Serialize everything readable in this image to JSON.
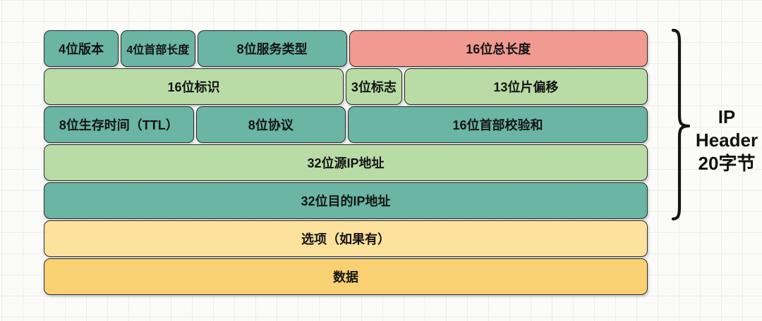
{
  "diagram": {
    "rows": [
      {
        "cells": [
          {
            "label": "4位版本"
          },
          {
            "label": "4位首部长度"
          },
          {
            "label": "8位服务类型"
          },
          {
            "label": "16位总长度"
          }
        ]
      },
      {
        "cells": [
          {
            "label": "16位标识"
          },
          {
            "label": "3位标志"
          },
          {
            "label": "13位片偏移"
          }
        ]
      },
      {
        "cells": [
          {
            "label": "8位生存时间（TTL）"
          },
          {
            "label": "8位协议"
          },
          {
            "label": "16位首部校验和"
          }
        ]
      },
      {
        "cells": [
          {
            "label": "32位源IP地址"
          }
        ]
      },
      {
        "cells": [
          {
            "label": "32位目的IP地址"
          }
        ]
      },
      {
        "cells": [
          {
            "label": "选项（如果有）"
          }
        ]
      },
      {
        "cells": [
          {
            "label": "数据"
          }
        ]
      }
    ],
    "annotation": {
      "line1": "IP",
      "line2": "Header",
      "line3": "20字节"
    },
    "colors": {
      "teal": "#6ab5a4",
      "light_green": "#b9dca6",
      "salmon_red": "#f09a91",
      "light_yellow": "#fde29e",
      "amber_yellow": "#f9d173",
      "border": "#2d2d2d",
      "text": "#141414"
    }
  }
}
